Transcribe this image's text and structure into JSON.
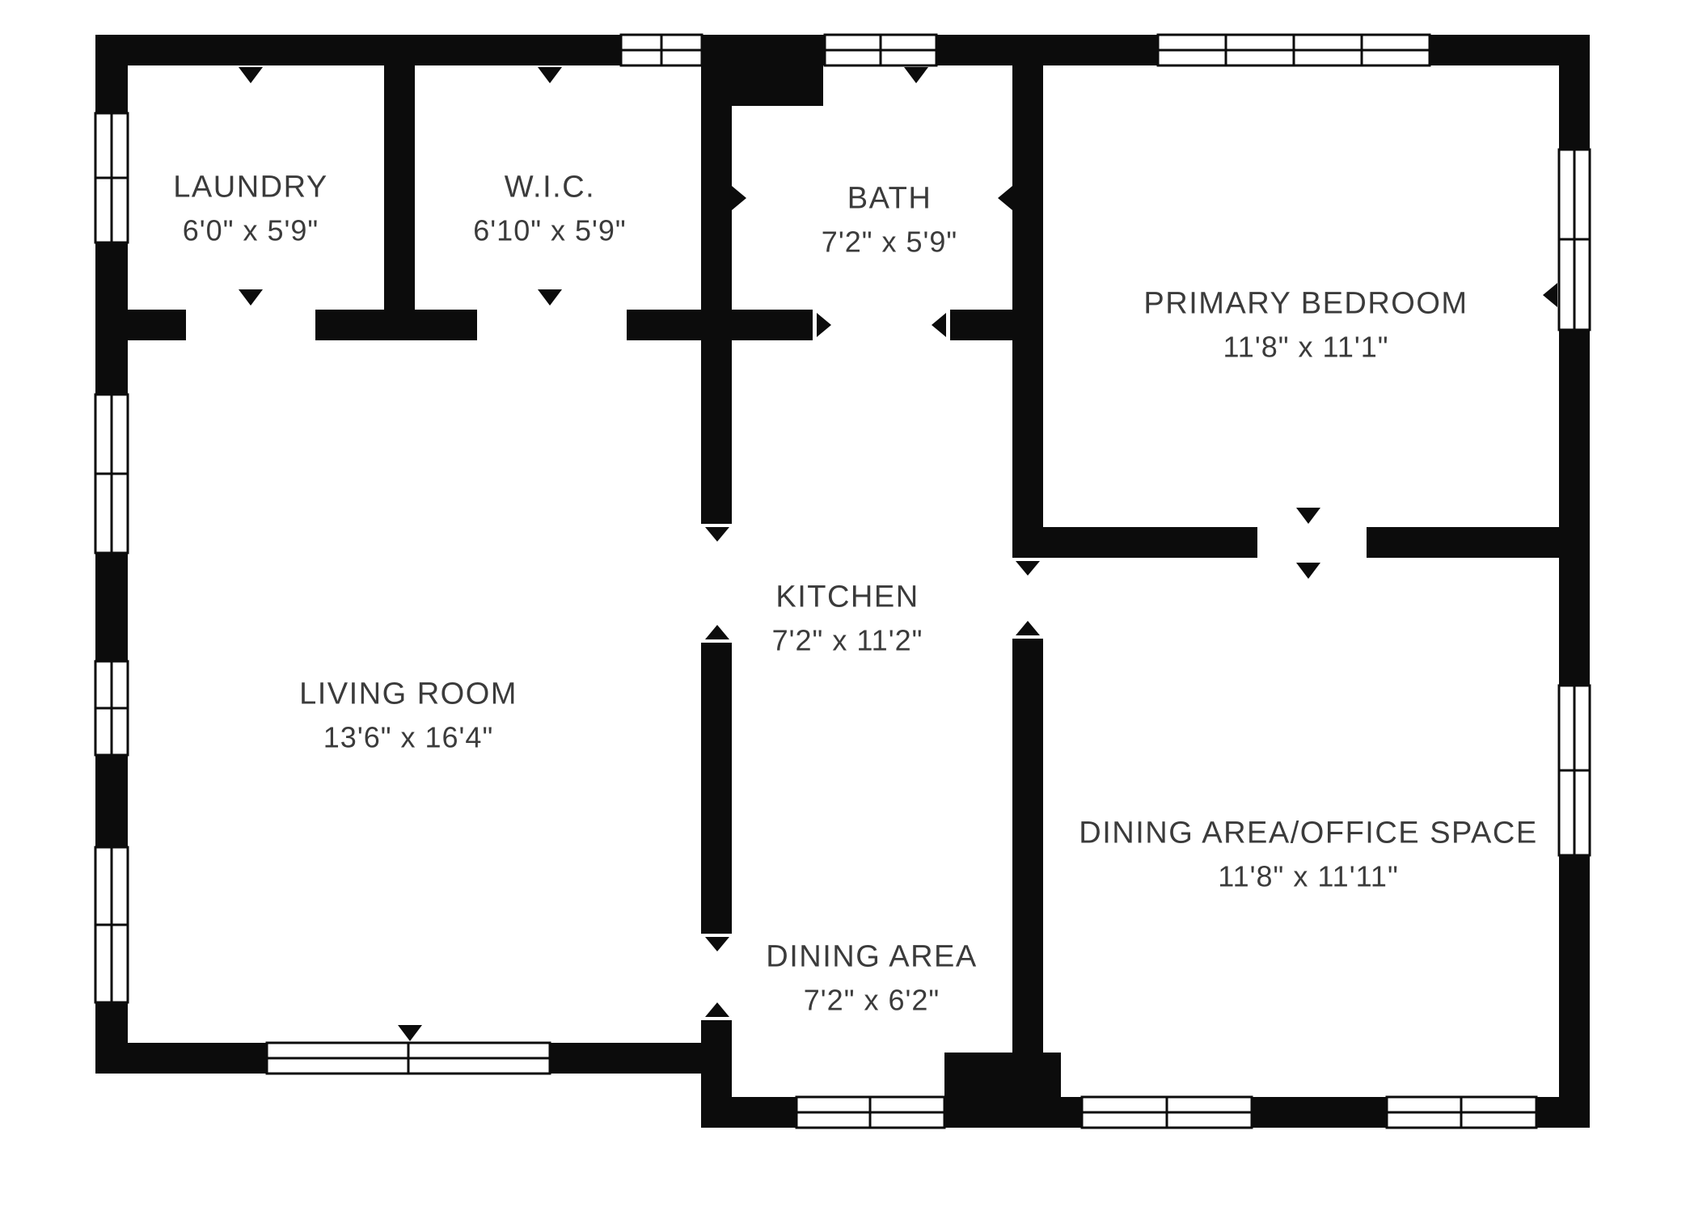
{
  "plan_type": "floor-plan",
  "rooms": [
    {
      "id": "laundry",
      "name": "LAUNDRY",
      "dims": "6'0\" x 5'9\""
    },
    {
      "id": "wic",
      "name": "W.I.C.",
      "dims": "6'10\" x 5'9\""
    },
    {
      "id": "bath",
      "name": "BATH",
      "dims": "7'2\" x 5'9\""
    },
    {
      "id": "primary-bedroom",
      "name": "PRIMARY BEDROOM",
      "dims": "11'8\" x 11'1\""
    },
    {
      "id": "living-room",
      "name": "LIVING ROOM",
      "dims": "13'6\" x 16'4\""
    },
    {
      "id": "kitchen",
      "name": "KITCHEN",
      "dims": "7'2\" x 11'2\""
    },
    {
      "id": "dining-area",
      "name": "DINING AREA",
      "dims": "7'2\" x 6'2\""
    },
    {
      "id": "dining-office",
      "name": "DINING AREA/OFFICE SPACE",
      "dims": "11'8\" x 11'11\""
    }
  ],
  "colors": {
    "wall": "#0c0c0c",
    "floor": "#ffffff",
    "text": "#3b3b3b"
  }
}
